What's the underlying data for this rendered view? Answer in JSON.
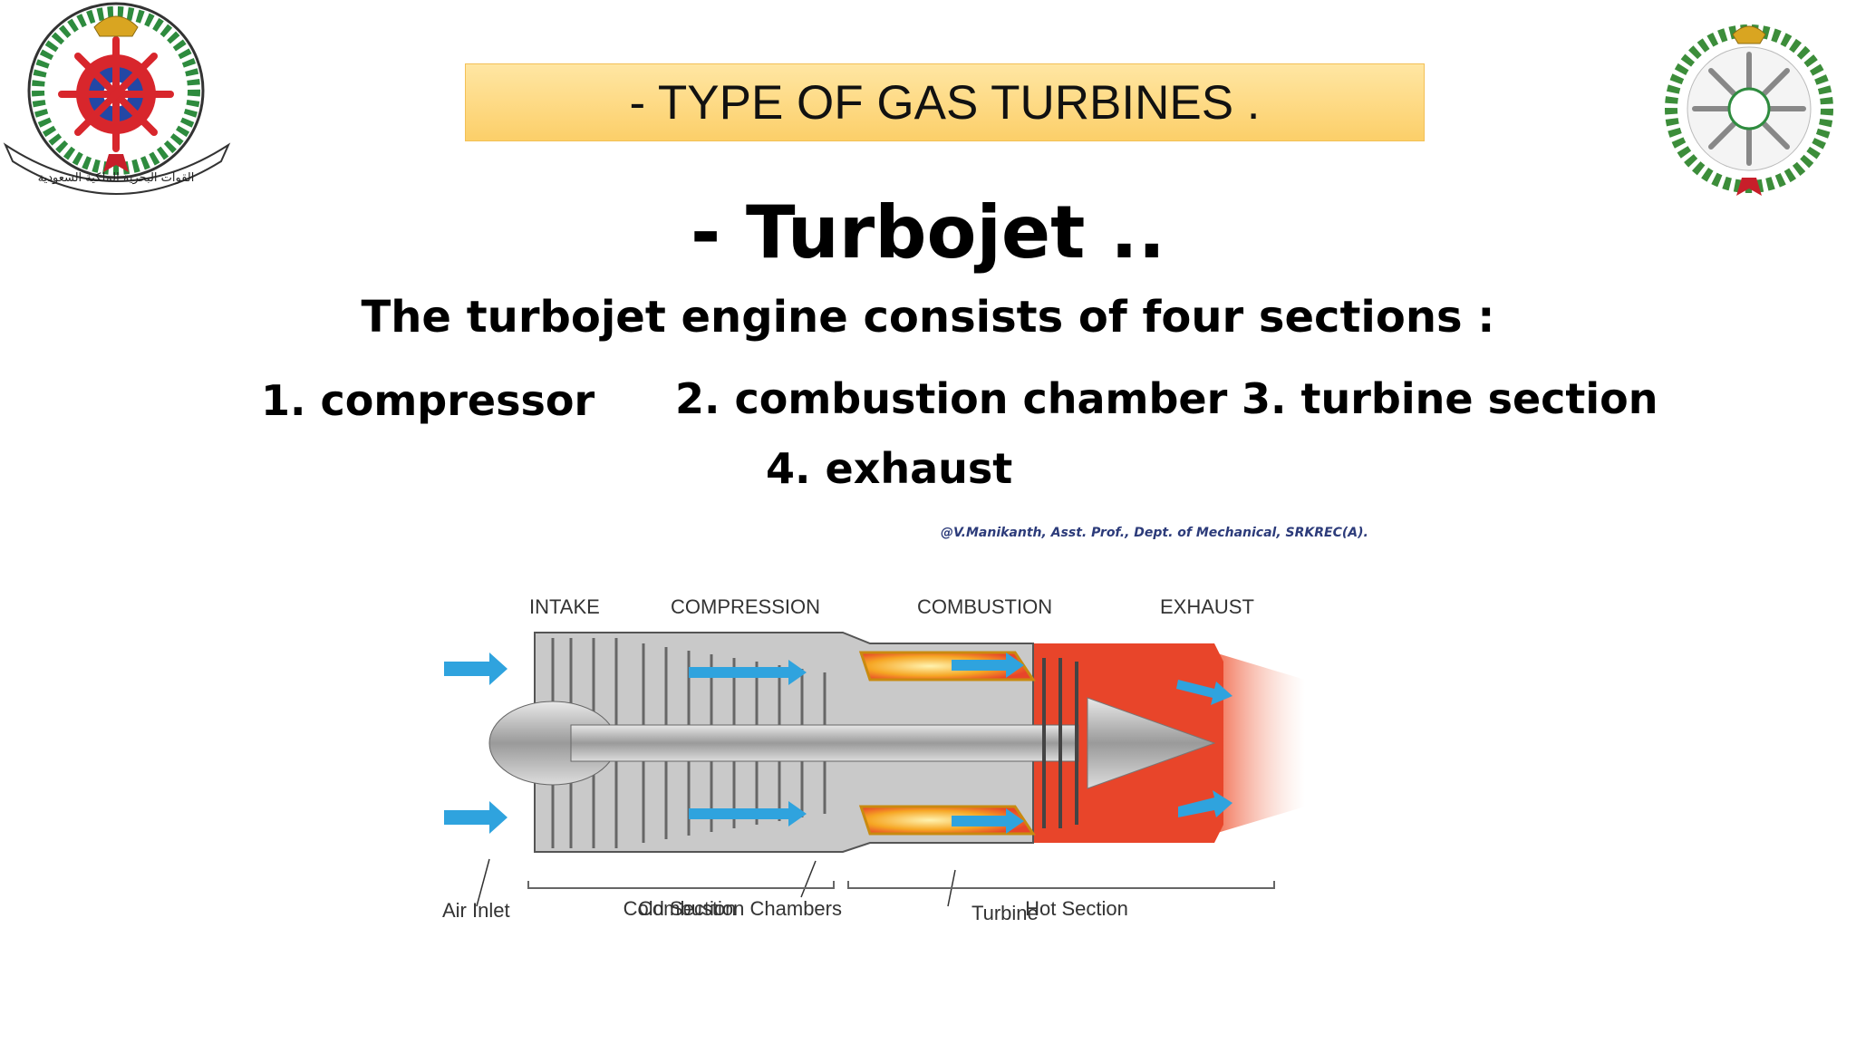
{
  "slide": {
    "title": "- TYPE OF GAS TURBINES .",
    "heading": "- Turbojet ..",
    "subheading": "The turbojet engine consists of four sections :",
    "sections": [
      "1. compressor",
      "2. combustion chamber",
      "3. turbine section",
      "4. exhaust"
    ],
    "credit": "@V.Manikanth, Asst. Prof., Dept. of Mechanical, SRKREC(A).",
    "colors": {
      "title_bg": "#fcd36f",
      "air_arrow": "#2fa3de",
      "hot": "#e8452a",
      "combustion": "#f5a623"
    }
  },
  "logos": {
    "left": {
      "icon": "royal-saudi-naval-forces-emblem",
      "text": "القوات البحرية الملكية السعودية"
    },
    "right": {
      "icon": "saudi-military-emblem"
    }
  },
  "diagram": {
    "stage_labels": [
      "INTAKE",
      "COMPRESSION",
      "COMBUSTION",
      "EXHAUST"
    ],
    "callouts": [
      "Air Inlet",
      "Combustion Chambers",
      "Turbine"
    ],
    "sections": [
      "Cold Section",
      "Hot Section"
    ]
  }
}
